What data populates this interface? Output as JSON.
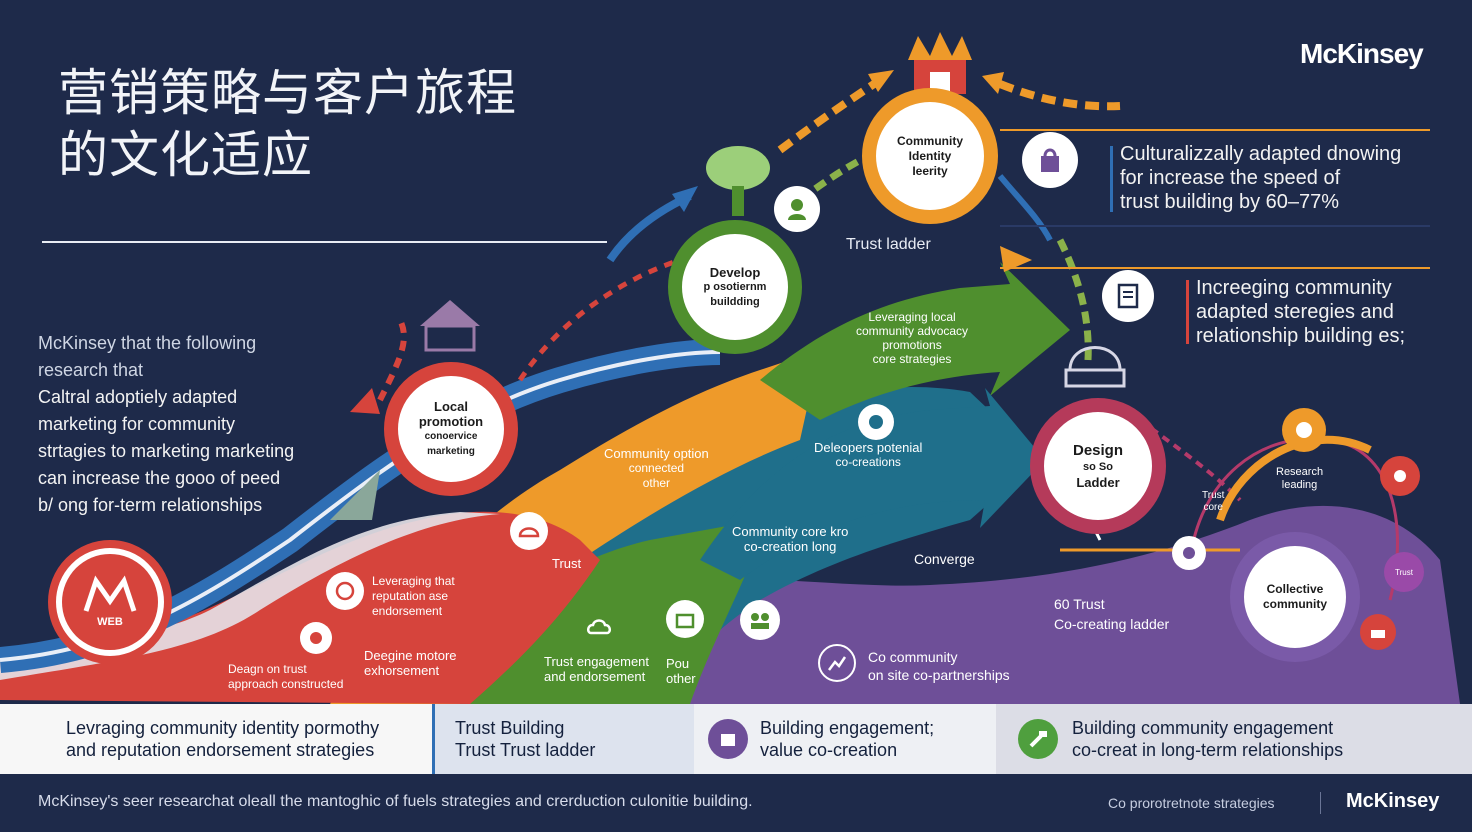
{
  "title_lines": [
    "营销策略与客户旅程",
    "的文化适应"
  ],
  "brand": "McKinsey",
  "left_text": {
    "intro": [
      "McKinsey that the following",
      "research that"
    ],
    "body": [
      "Caltral adoptiely adapted",
      "marketing for community",
      "strtagies to marketing marketing",
      "can increase the gooo of peed",
      "b/ ong for-term relationships"
    ]
  },
  "callout_top": [
    "Culturalizzally adapted dnowing",
    "for increase the speed of",
    "trust building by 60–77%"
  ],
  "callout_mid": [
    "Increeging community",
    "adapted steregies and",
    "relationship building es;"
  ],
  "circles": {
    "local": [
      "Local",
      "promotion",
      "conoervice",
      "marketing"
    ],
    "develop": [
      "Develop",
      "p osotiernm",
      "buildding"
    ],
    "community": [
      "Community",
      "Identity",
      "Ieerity"
    ],
    "design": [
      "Design",
      "so So",
      "Ladder"
    ],
    "collective": [
      "Collective",
      "community"
    ]
  },
  "trust_ladder_label": "Trust ladder",
  "stage_texts": {
    "logo_label": "WEB",
    "red_1": [
      "Leveraging that",
      "reputation ase",
      "endorsement"
    ],
    "red_2": [
      "Deegine motore",
      "exhorsement"
    ],
    "red_3": [
      "Deagn on trust",
      "approach constructed"
    ],
    "trust": "Trust",
    "orange": [
      "Community option",
      "connected",
      "other"
    ],
    "green_1": [
      "Trust engagement",
      "and endorsement"
    ],
    "pou": [
      "Pou",
      "other"
    ],
    "green_top": [
      "Leveraging local",
      "community advocacy",
      "promotions",
      "core strategies"
    ],
    "teal": [
      "Deleopers potenial",
      "co-creations"
    ],
    "teal_small": [
      "Community core kro",
      "co-creation long"
    ],
    "converge": "Converge",
    "purple_1": [
      "60 Trust",
      "Co-creating ladder"
    ],
    "purple_2": [
      "Co community",
      "on site co-partnerships"
    ],
    "right_small_1": [
      "Research",
      "leading"
    ],
    "right_small_2": [
      "Trust",
      "core"
    ]
  },
  "bottom_band": [
    {
      "lines": [
        "Levraging community identity pormothy",
        "and reputation endorsement strategies"
      ]
    },
    {
      "lines": [
        "Trust Building",
        "Trust Trust ladder"
      ]
    },
    {
      "lines": [
        "Building engagement;",
        "value co-creation"
      ]
    },
    {
      "lines": [
        "Building community engagement",
        "co-creat in long-term relationships"
      ]
    }
  ],
  "footer": {
    "left": "McKinsey's seer researchat oleall the mantoghic of fuels strategies and crerduction culonitie building.",
    "right": "Co prorotretnote strategies",
    "brand": "McKinsey"
  },
  "colors": {
    "bg": "#1e2a4a",
    "red": "#d6443c",
    "orange": "#ee9a2a",
    "green": "#4f8f2e",
    "teal": "#1f6f8b",
    "purple": "#6e4f98",
    "blue": "#2f6fb5",
    "white_band": "#f4f4f4"
  }
}
